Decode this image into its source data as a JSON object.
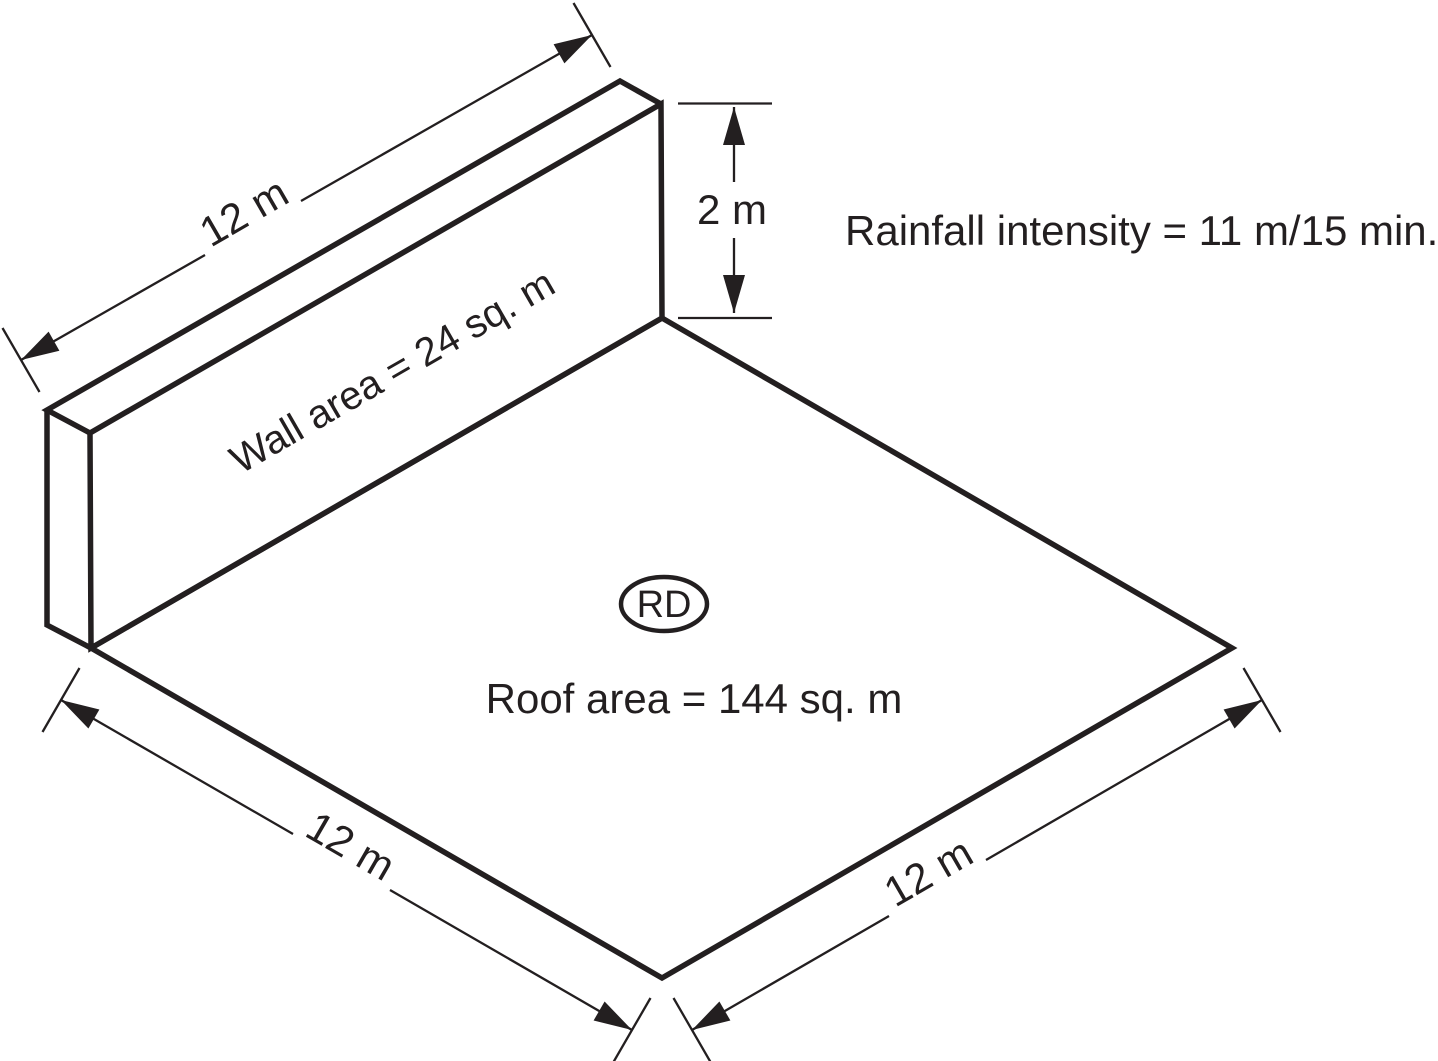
{
  "annotation": {
    "rainfall_note": "Rainfall intensity = 11 m/15 min."
  },
  "wall": {
    "length_label": "12 m",
    "height_label": "2 m",
    "area_label": "Wall area = 24 sq. m"
  },
  "roof": {
    "area_label": "Roof area = 144 sq. m",
    "drain_label": "RD",
    "edge_left_label": "12 m",
    "edge_right_label": "12 m"
  },
  "colors": {
    "ink": "#231f20",
    "background": "#ffffff"
  }
}
